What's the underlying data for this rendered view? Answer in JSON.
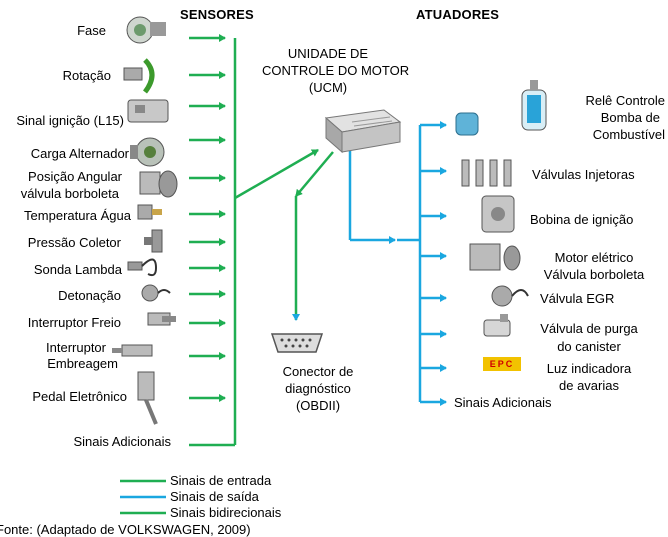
{
  "headers": {
    "sensores": "SENSORES",
    "atuadores": "ATUADORES"
  },
  "ucm": {
    "line1": "UNIDADE DE",
    "line2": "CONTROLE DO MOTOR",
    "line3": "(UCM)"
  },
  "sensors": [
    "Fase",
    "Rotação",
    "Sinal ignição (L15)",
    "Carga Alternador",
    "Posição Angular",
    "válvula borboleta",
    "Temperatura Água",
    "Pressão Coletor",
    "Sonda Lambda",
    "Detonação",
    "Interruptor Freio",
    "Interruptor",
    "Embreagem",
    "Pedal Eletrônico",
    "Sinais Adicionais"
  ],
  "actuators": {
    "rele": [
      "Relê Controle",
      "Bomba de",
      "Combustível"
    ],
    "injetoras": "Válvulas Injetoras",
    "bobina": "Bobina de ignição",
    "motor": [
      "Motor elétrico",
      "Válvula borboleta"
    ],
    "egr": "Válvula EGR",
    "purga": [
      "Válvula de purga",
      "do canister"
    ],
    "luz": [
      "Luz indicadora",
      "de avarias"
    ],
    "adicionais": "Sinais Adicionais",
    "epc_label": "EPC"
  },
  "connector": [
    "Conector de",
    "diagnóstico",
    "(OBDII)"
  ],
  "legend": {
    "entrada": "Sinais de entrada",
    "saida": "Sinais de saída",
    "bidirecionais": "Sinais bidirecionais"
  },
  "colors": {
    "green": "#1fae52",
    "blue": "#1aa7e0"
  },
  "source": "Fonte: (Adaptado de VOLKSWAGEN, 2009)"
}
